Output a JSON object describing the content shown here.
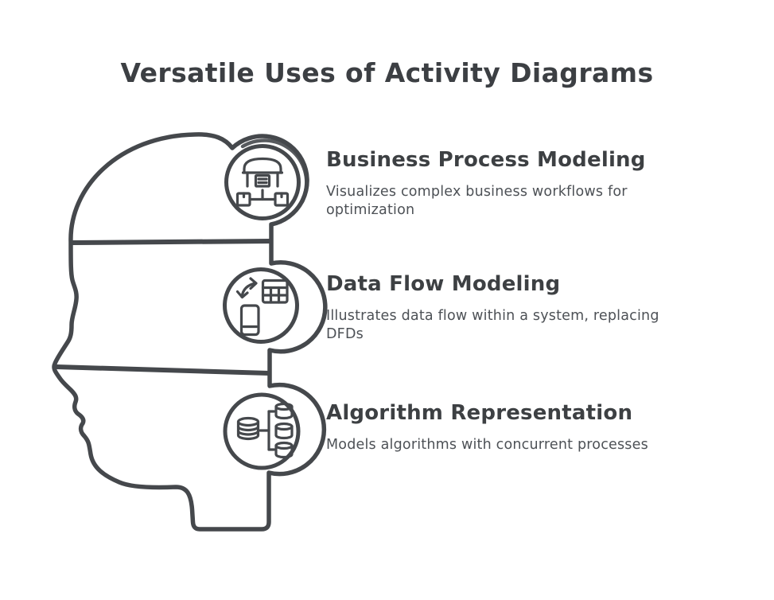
{
  "title": "Versatile Uses of Activity Diagrams",
  "figure": {
    "name": "human-head-profile-infographic",
    "description_of_visual": "Side profile of a human head split into three bands, each band attached to a circular badge holding a line icon"
  },
  "colors": {
    "background": "#ffffff",
    "ink": "#45484c",
    "heading_text": "#3d4043",
    "body_text": "#4d5156"
  },
  "sections": [
    {
      "heading": "Business Process Modeling",
      "description": "Visualizes complex business workflows for optimization",
      "icon": "warehouse-distribution-icon"
    },
    {
      "heading": "Data Flow Modeling",
      "description": "Illustrates data flow within a system, replacing DFDs",
      "icon": "device-data-sync-icon"
    },
    {
      "heading": "Algorithm Representation",
      "description": "Models algorithms with concurrent processes",
      "icon": "database-distribution-icon"
    }
  ]
}
